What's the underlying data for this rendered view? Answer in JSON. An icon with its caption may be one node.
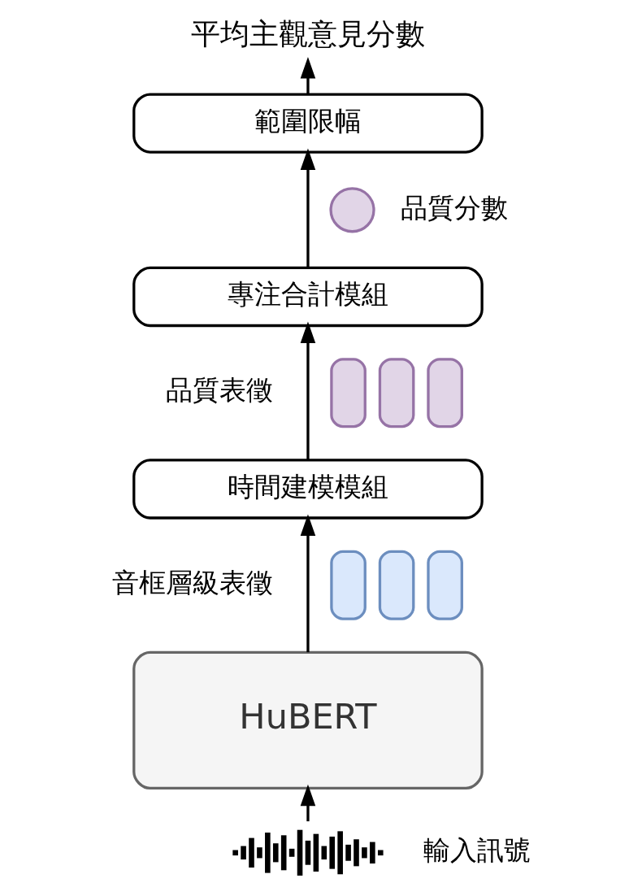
{
  "diagram": {
    "nodes": [
      {
        "text": [
          "平均主觀意見分數"
        ]
      },
      {
        "text": [
          "範圍限幅"
        ]
      },
      {
        "text": [],
        "shape": "circle"
      },
      {
        "text": [
          "專注合計模組"
        ]
      },
      {
        "text": [],
        "shape": "box"
      },
      {
        "text": [],
        "shape": "box"
      },
      {
        "text": [],
        "shape": "box"
      },
      {
        "text": [
          "時間建模模組"
        ]
      },
      {
        "text": [],
        "shape": "box"
      },
      {
        "text": [],
        "shape": "box"
      },
      {
        "text": [],
        "shape": "box"
      },
      {
        "text": [
          "HuBERT"
        ]
      },
      {
        "text": [],
        "shape": "picture"
      }
    ],
    "edges": [
      {
        "from": 12,
        "to": 11,
        "arrow": "to"
      },
      {
        "from": 11,
        "to": 7,
        "arrow": "to"
      },
      {
        "from": 7,
        "to": 3,
        "arrow": "to"
      },
      {
        "from": 3,
        "to": 1,
        "arrow": "to"
      },
      {
        "from": 1,
        "to": 0,
        "arrow": "to"
      }
    ],
    "labels": [
      "品質分數",
      "品質表徵",
      "音框層級表徵",
      "輸入訊號"
    ]
  }
}
